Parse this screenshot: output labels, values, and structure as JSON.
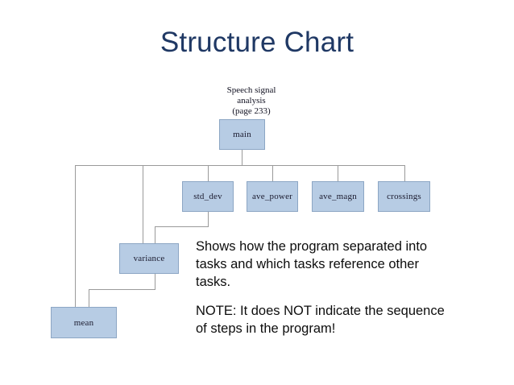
{
  "slide": {
    "title": "Structure Chart",
    "title_color": "#1f3864",
    "background_color": "#ffffff"
  },
  "diagram": {
    "caption": "Speech signal\nanalysis\n(page 233)",
    "node_fill": "#b7cce4",
    "node_border": "#8ca6c4",
    "edge_color": "#9a9a9a",
    "nodes": [
      {
        "id": "main",
        "label": "main"
      },
      {
        "id": "std_dev",
        "label": "std_dev"
      },
      {
        "id": "ave_power",
        "label": "ave_power"
      },
      {
        "id": "ave_magn",
        "label": "ave_magn"
      },
      {
        "id": "crossings",
        "label": "crossings"
      },
      {
        "id": "variance",
        "label": "variance"
      },
      {
        "id": "mean",
        "label": "mean"
      }
    ]
  },
  "body": {
    "paragraph_1": "Shows how the program separated into tasks and which tasks reference other tasks.",
    "paragraph_2": "NOTE: It does NOT indicate the sequence of steps in the program!"
  }
}
